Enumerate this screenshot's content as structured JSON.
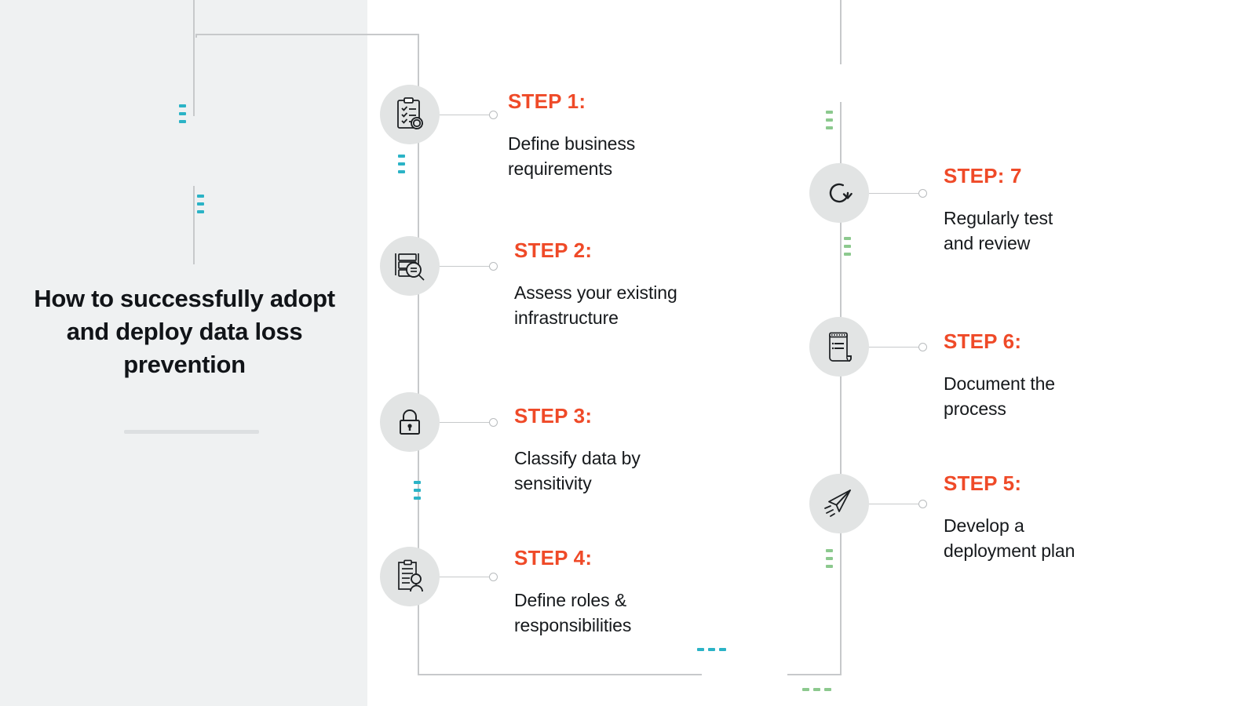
{
  "hero": {
    "title": "How to\nsuccessfully adopt\nand deploy data\nloss prevention",
    "divider_color": "#dcdfe1",
    "panel_color": "#eff1f2"
  },
  "theme": {
    "accent": "#ef4a28",
    "text": "#16191c",
    "line": "#c7c9cb",
    "node_bg": "#e2e4e4",
    "chevron_blue_dark": "#3390d6",
    "chevron_blue_light": "#45c3cd",
    "chevron_green_dark": "#7cc47f",
    "chevron_green_light": "#e2f0c4",
    "chevron_pair_dark": "#4fb3cd",
    "chevron_pair_light": "#b3dced",
    "tick_teal": "#2bb3c6",
    "tick_green": "#8cc98e"
  },
  "steps_left": [
    {
      "label": "STEP 1:",
      "desc": "Define business\nrequirements",
      "icon": "clipboard-checklist-icon"
    },
    {
      "label": "STEP 2:",
      "desc": "Assess your existing\ninfrastructure",
      "icon": "server-search-icon"
    },
    {
      "label": "STEP 3:",
      "desc": "Classify data by\nsensitivity",
      "icon": "padlock-icon"
    },
    {
      "label": "STEP 4:",
      "desc": "Define roles &\nresponsibilities",
      "icon": "document-person-icon"
    }
  ],
  "steps_right": [
    {
      "label": "STEP: 7",
      "desc": "Regularly test\nand review",
      "icon": "refresh-cycle-icon"
    },
    {
      "label": "STEP 6:",
      "desc": "Document the\nprocess",
      "icon": "scroll-document-icon"
    },
    {
      "label": "STEP 5:",
      "desc": "Develop a\ndeployment plan",
      "icon": "paper-plane-icon"
    }
  ],
  "markers": {
    "chevron_up_blue": "chevron-up-blue-icon",
    "chevron_up_green": "chevron-up-green-icon",
    "chevron_right_pair": "chevron-right-pair-icon"
  }
}
